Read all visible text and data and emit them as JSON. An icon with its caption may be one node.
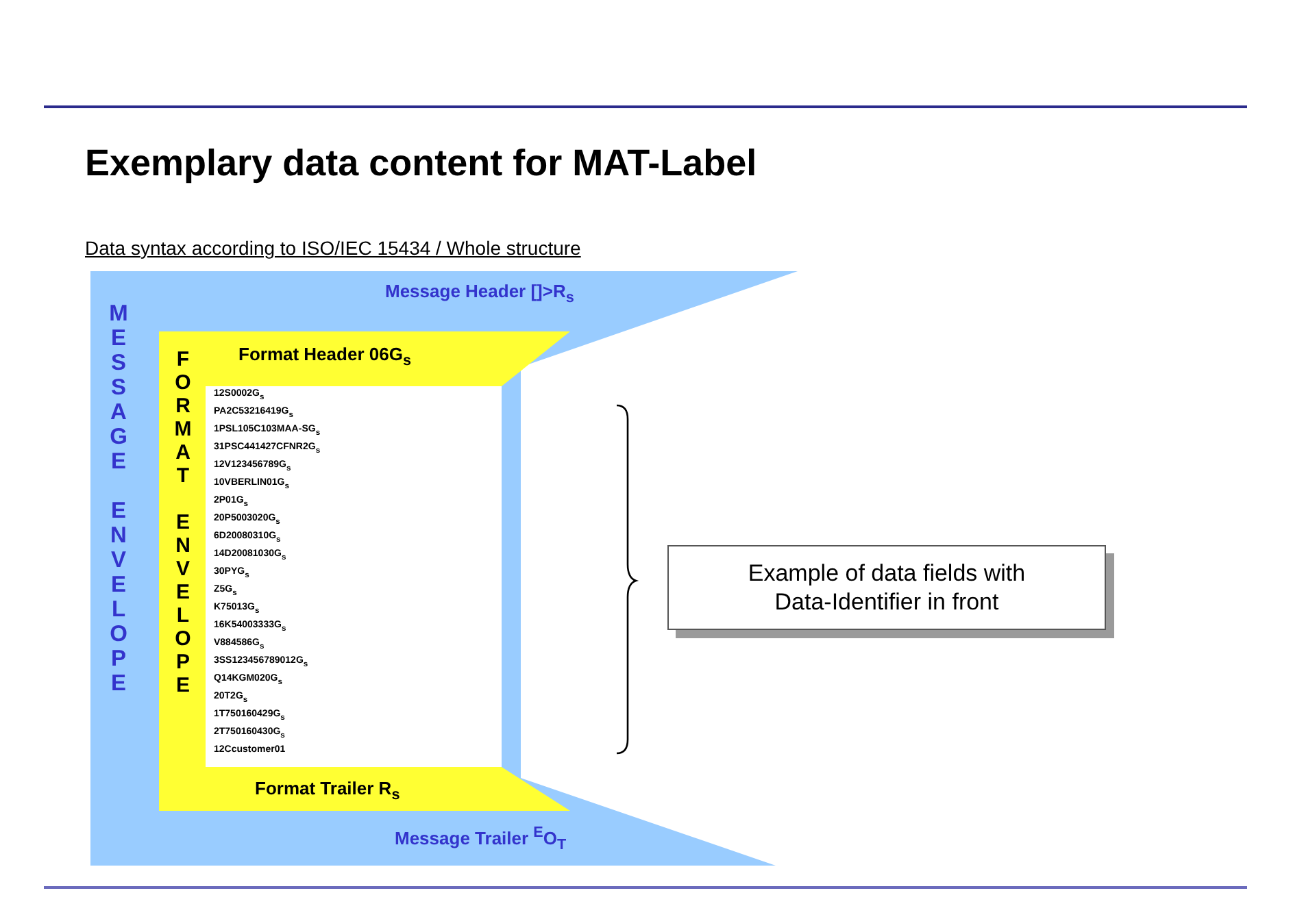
{
  "diagram": {
    "title": "Exemplary data content for MAT-Label",
    "nodes": [
      {
        "text": [
          "Message Header []>R$_{s}$",
          "MESSAGE ENVELOPE",
          "Message Trailer $^{E}$O$_{T}$"
        ]
      },
      {
        "text": [
          "Format Header 06G$_{s}$",
          "FORMAT ENVELOPE",
          "Format Trailer R$_{s}$"
        ],
        "in": 0
      },
      {
        "text": [
          "12S0002G$_{s}$",
          "PA2C53216419G$_{s}$",
          "1PSL105C103MAA-SG$_{s}$",
          "31PSC441427CFNR2G$_{s}$",
          "12V123456789G$_{s}$",
          "10VBERLIN01G$_{s}$",
          "2P01G$_{s}$",
          "20P5003020G$_{s}$",
          "6D20080310G$_{s}$",
          "14D20081030G$_{s}$",
          "30PYG$_{s}$",
          "Z5G$_{s}$",
          "K75013G$_{s}$",
          "16K54003333G$_{s}$",
          "V884586G$_{s}$",
          "3SS123456789012G$_{s}$",
          "Q14KGM020G$_{s}$",
          "20T2G$_{s}$",
          "1T750160429G$_{s}$",
          "2T750160430G$_{s}$",
          "12Ccustomer01"
        ],
        "in": 1
      },
      {
        "text": [
          "Example of data fields with Data-Identifier in front"
        ]
      }
    ],
    "labels": [
      "Data syntax according to ISO/IEC 15434 / Whole structure"
    ]
  }
}
